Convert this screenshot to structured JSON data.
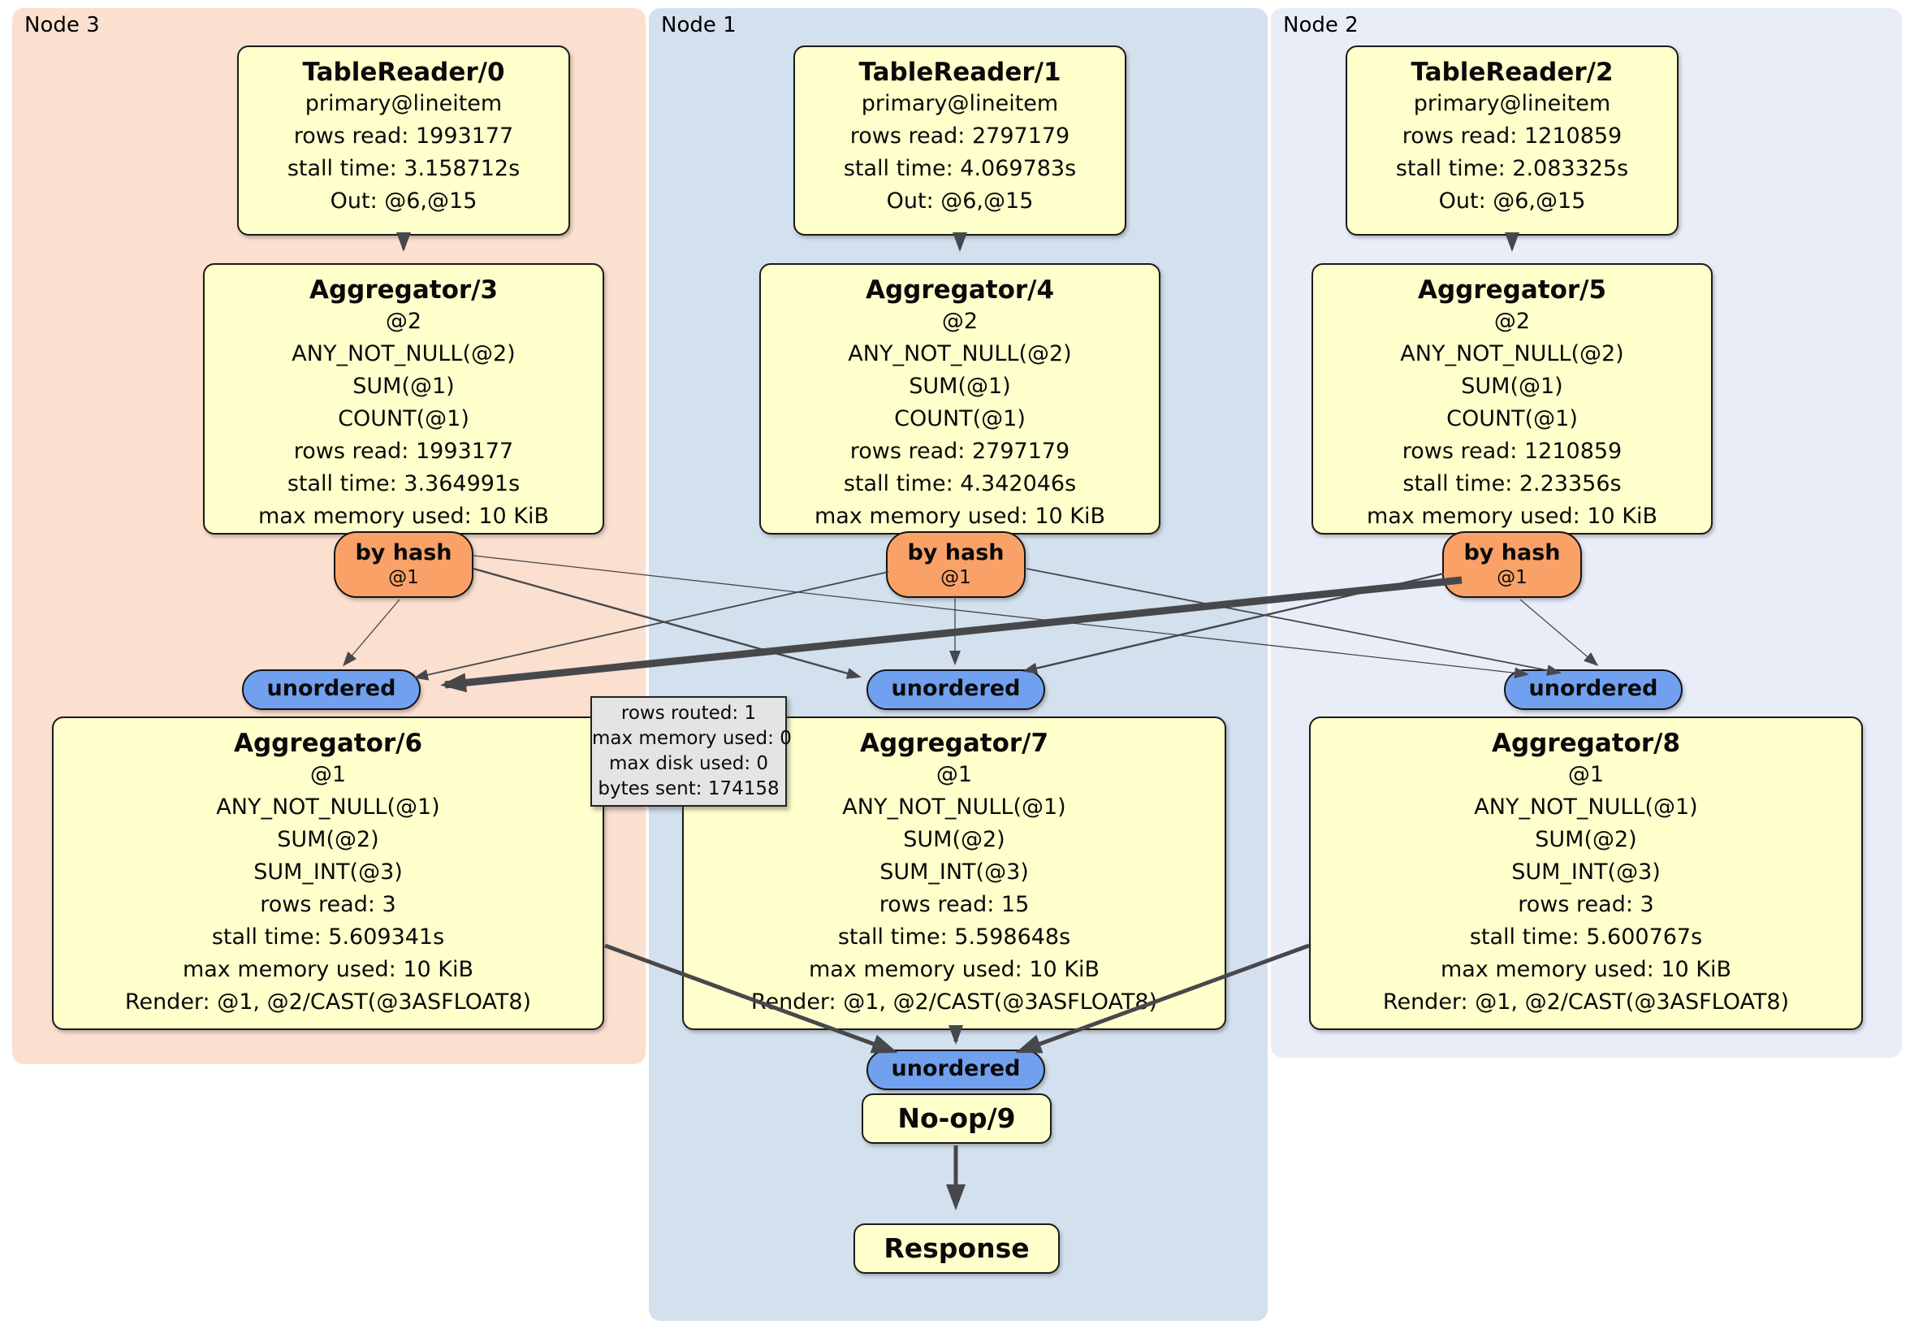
{
  "regions": [
    {
      "label": "Node 3"
    },
    {
      "label": "Node 1"
    },
    {
      "label": "Node 2"
    }
  ],
  "processors": {
    "tr0": {
      "title": "TableReader/0",
      "lines": [
        "primary@lineitem",
        "rows read: 1993177",
        "stall time: 3.158712s",
        "Out: @6,@15"
      ]
    },
    "agg3": {
      "title": "Aggregator/3",
      "lines": [
        "@2",
        "ANY_NOT_NULL(@2)",
        "SUM(@1)",
        "COUNT(@1)",
        "rows read: 1993177",
        "stall time: 3.364991s",
        "max memory used: 10 KiB"
      ]
    },
    "agg6": {
      "title": "Aggregator/6",
      "lines": [
        "@1",
        "ANY_NOT_NULL(@1)",
        "SUM(@2)",
        "SUM_INT(@3)",
        "rows read: 3",
        "stall time: 5.609341s",
        "max memory used: 10 KiB",
        "Render: @1, @2/CAST(@3ASFLOAT8)"
      ]
    },
    "tr1": {
      "title": "TableReader/1",
      "lines": [
        "primary@lineitem",
        "rows read: 2797179",
        "stall time: 4.069783s",
        "Out: @6,@15"
      ]
    },
    "agg4": {
      "title": "Aggregator/4",
      "lines": [
        "@2",
        "ANY_NOT_NULL(@2)",
        "SUM(@1)",
        "COUNT(@1)",
        "rows read: 2797179",
        "stall time: 4.342046s",
        "max memory used: 10 KiB"
      ]
    },
    "agg7": {
      "title": "Aggregator/7",
      "lines": [
        "@1",
        "ANY_NOT_NULL(@1)",
        "SUM(@2)",
        "SUM_INT(@3)",
        "rows read: 15",
        "stall time: 5.598648s",
        "max memory used: 10 KiB",
        "Render: @1, @2/CAST(@3ASFLOAT8)"
      ]
    },
    "tr2": {
      "title": "TableReader/2",
      "lines": [
        "primary@lineitem",
        "rows read: 1210859",
        "stall time: 2.083325s",
        "Out: @6,@15"
      ]
    },
    "agg5": {
      "title": "Aggregator/5",
      "lines": [
        "@2",
        "ANY_NOT_NULL(@2)",
        "SUM(@1)",
        "COUNT(@1)",
        "rows read: 1210859",
        "stall time: 2.23356s",
        "max memory used: 10 KiB"
      ]
    },
    "agg8": {
      "title": "Aggregator/8",
      "lines": [
        "@1",
        "ANY_NOT_NULL(@1)",
        "SUM(@2)",
        "SUM_INT(@3)",
        "rows read: 3",
        "stall time: 5.600767s",
        "max memory used: 10 KiB",
        "Render: @1, @2/CAST(@3ASFLOAT8)"
      ]
    },
    "noop": {
      "title": "No-op/9"
    },
    "response": {
      "title": "Response"
    }
  },
  "router": {
    "label": "by hash",
    "sub": "@1"
  },
  "sync": {
    "label": "unordered"
  },
  "tooltip": {
    "lines": [
      "rows routed: 1",
      "max memory used: 0",
      "max disk used: 0",
      "bytes sent: 174158"
    ]
  },
  "colors": {
    "node3_bg": "#fbdfcf",
    "node1_bg": "#d3e0ed",
    "node2_bg": "#e9edf8",
    "processor_bg": "#ffffcc",
    "router_bg": "#f9a167",
    "sync_bg": "#71a0ef",
    "tooltip_bg": "#e4e4e4",
    "edge": "#47484c"
  }
}
